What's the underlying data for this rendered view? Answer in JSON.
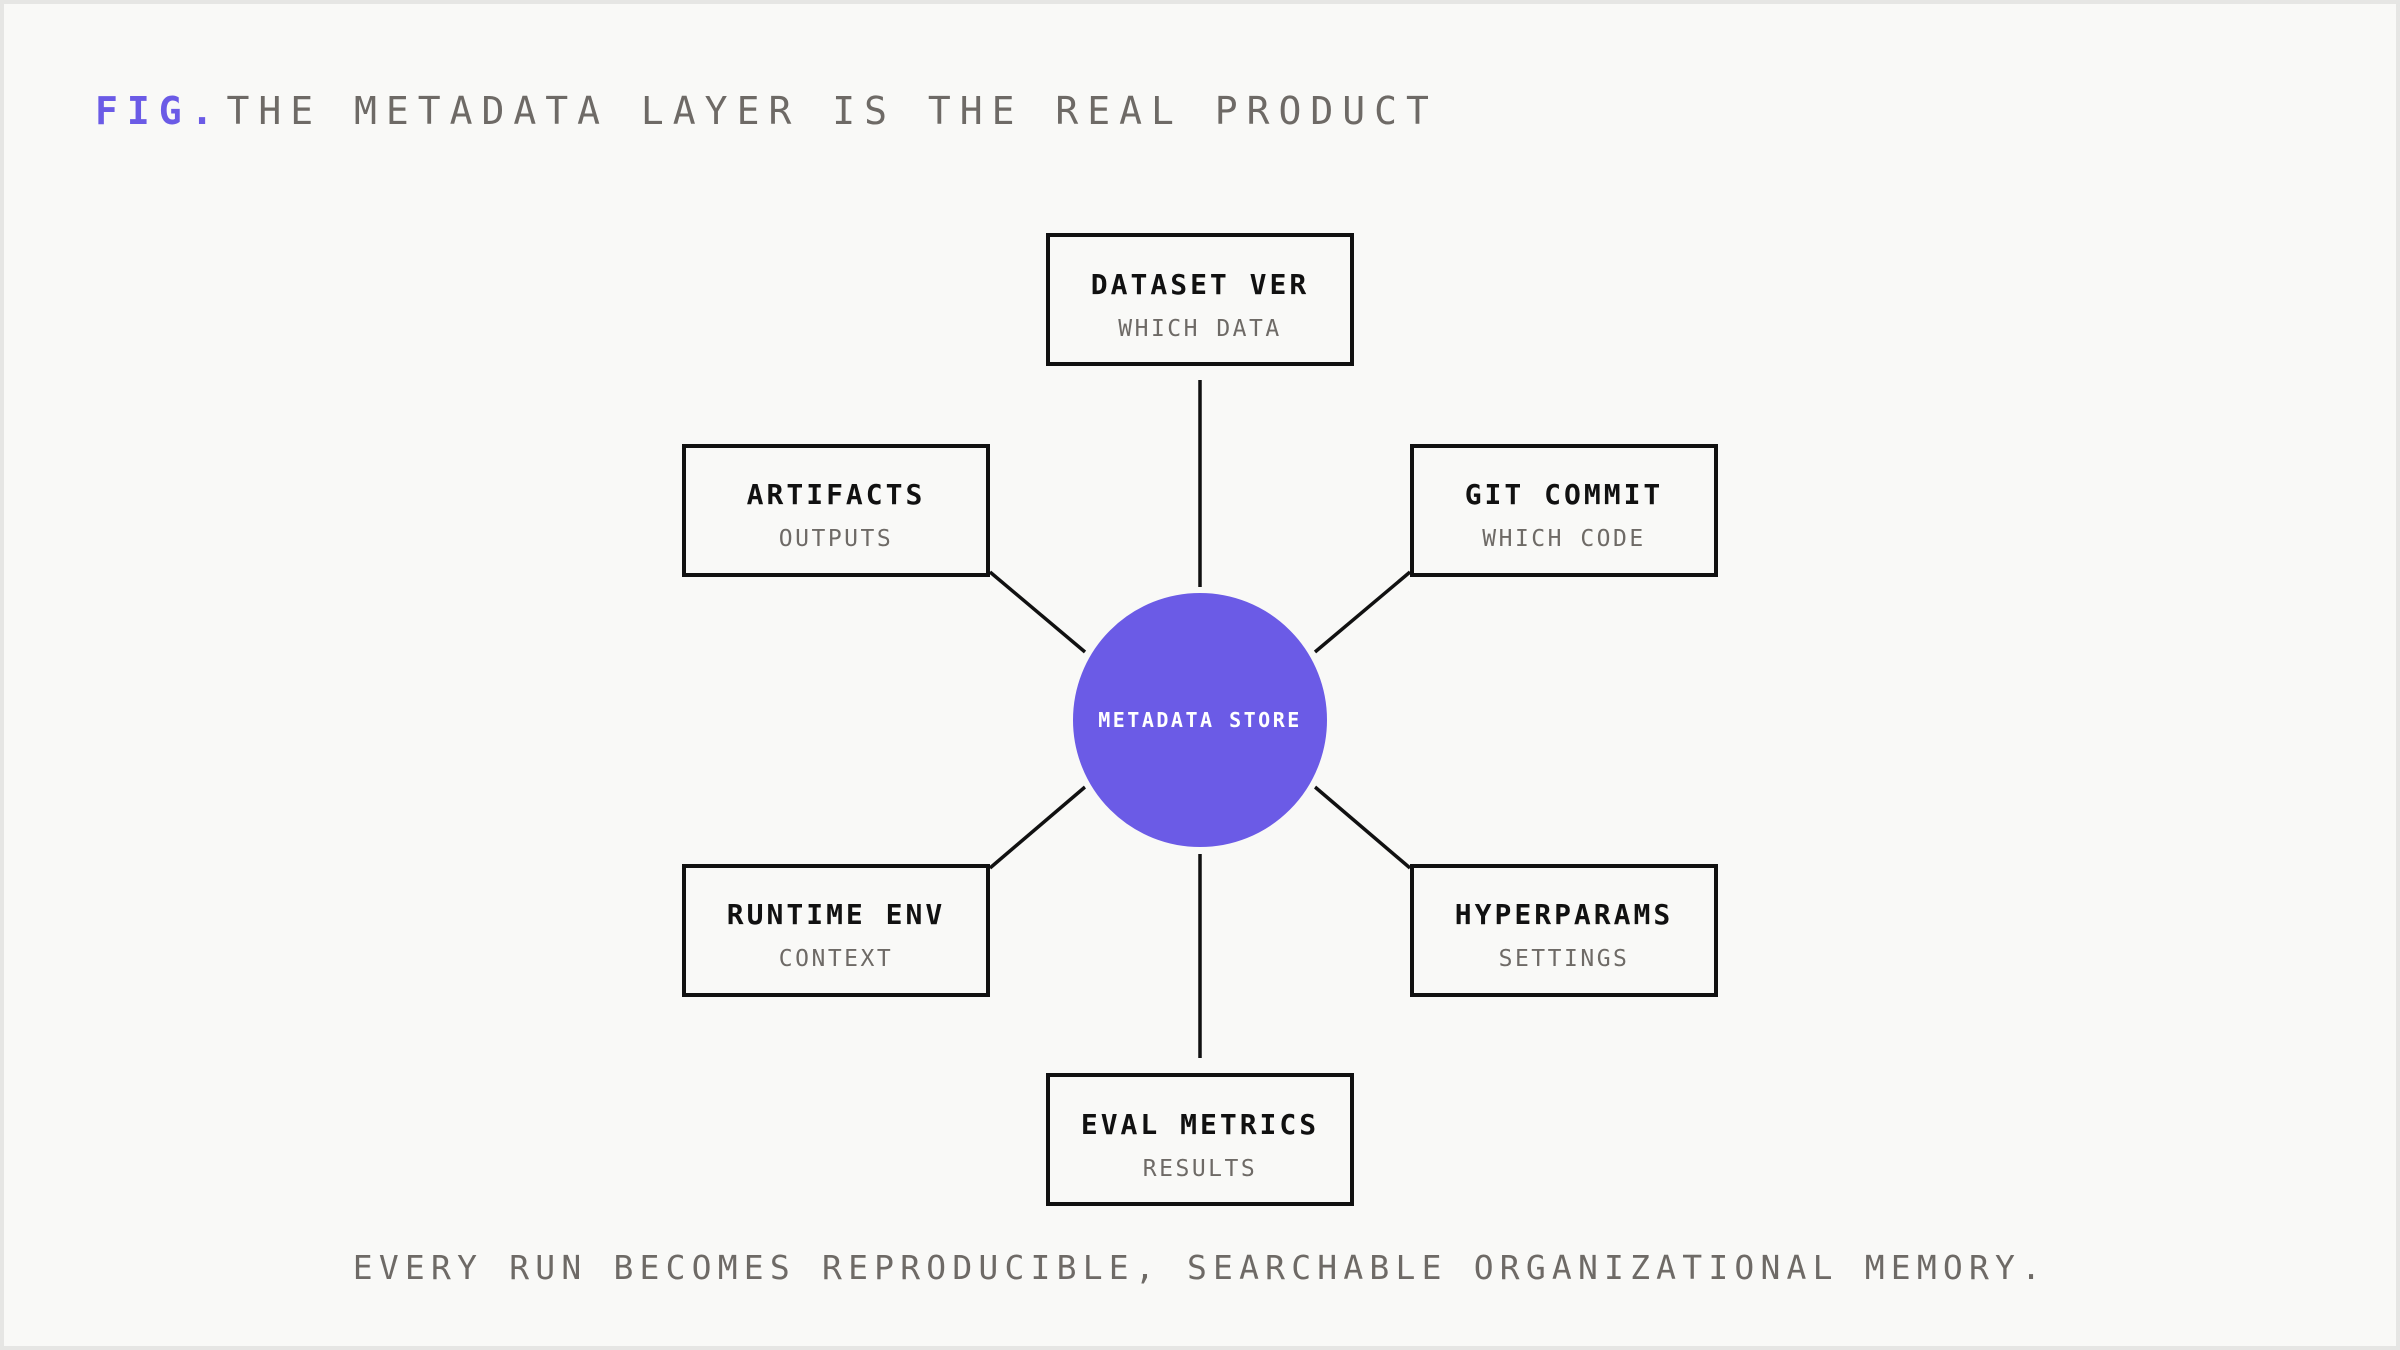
{
  "header": {
    "prefix": "FIG.",
    "title": "THE METADATA LAYER IS THE REAL PRODUCT"
  },
  "hub": {
    "label": "METADATA STORE",
    "color": "#6b5be6"
  },
  "nodes": [
    {
      "id": "dataset",
      "title": "DATASET VER",
      "subtitle": "WHICH DATA"
    },
    {
      "id": "git",
      "title": "GIT COMMIT",
      "subtitle": "WHICH CODE"
    },
    {
      "id": "hyper",
      "title": "HYPERPARAMS",
      "subtitle": "SETTINGS"
    },
    {
      "id": "eval",
      "title": "EVAL METRICS",
      "subtitle": "RESULTS"
    },
    {
      "id": "runtime",
      "title": "RUNTIME ENV",
      "subtitle": "CONTEXT"
    },
    {
      "id": "artifacts",
      "title": "ARTIFACTS",
      "subtitle": "OUTPUTS"
    }
  ],
  "caption": "EVERY RUN BECOMES REPRODUCIBLE, SEARCHABLE ORGANIZATIONAL MEMORY."
}
